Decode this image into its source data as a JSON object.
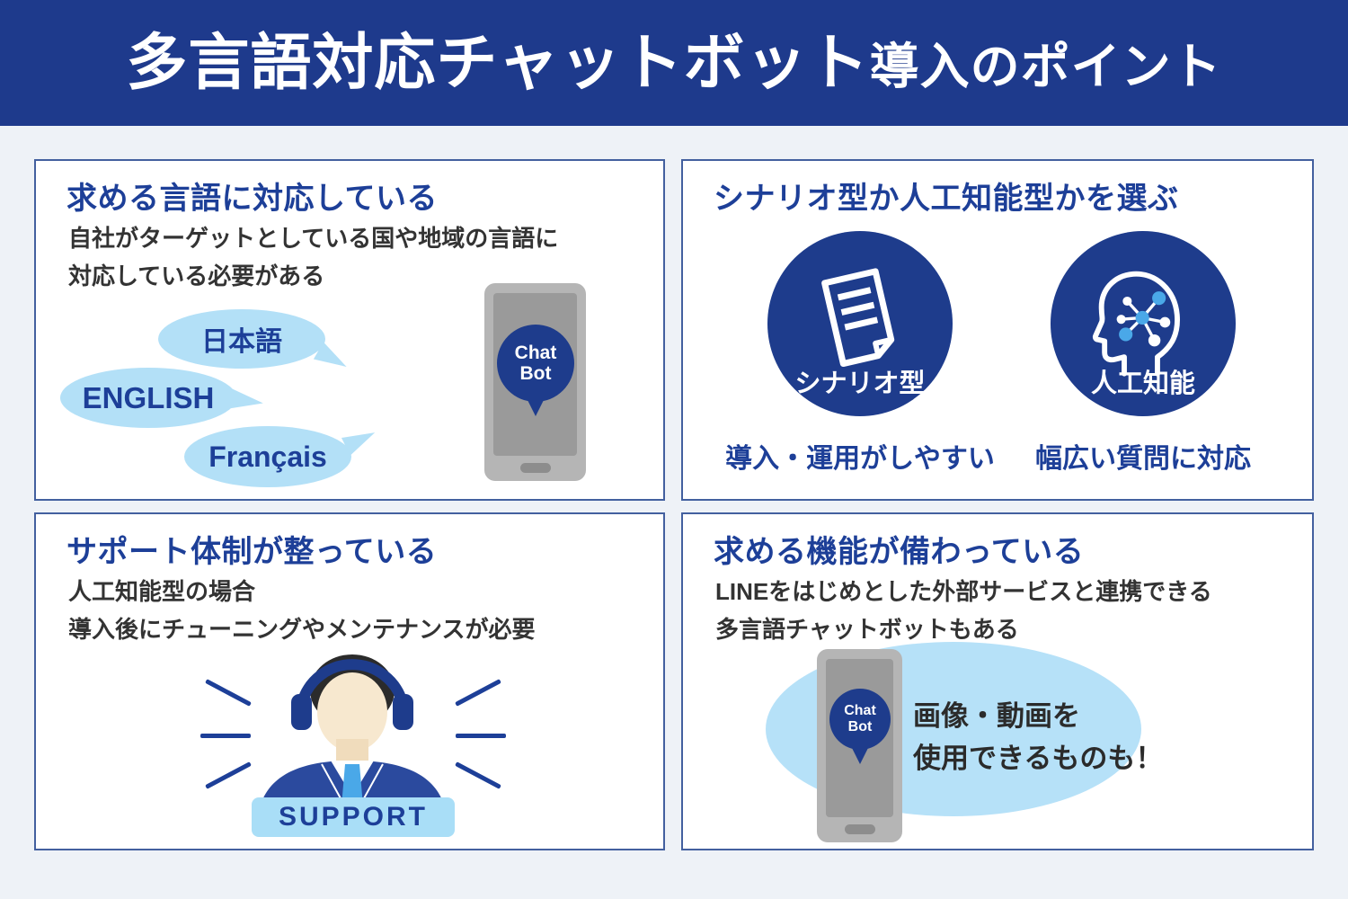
{
  "header": {
    "title_main": "多言語対応チャットボット",
    "title_sub": "導入のポイント"
  },
  "panels": {
    "languages": {
      "title": "求める言語に対応している",
      "body_line1": "自社がターゲットとしている国や地域の言語に",
      "body_line2": "対応している必要がある",
      "bubbles": [
        {
          "label": "日本語"
        },
        {
          "label": "ENGLISH"
        },
        {
          "label": "Français"
        }
      ],
      "phone_badge_line1": "Chat",
      "phone_badge_line2": "Bot"
    },
    "type_choice": {
      "title": "シナリオ型か人工知能型かを選ぶ",
      "options": [
        {
          "icon": "document-icon",
          "label": "シナリオ型",
          "caption": "導入・運用がしやすい"
        },
        {
          "icon": "ai-head-icon",
          "label": "人工知能",
          "caption": "幅広い質問に対応"
        }
      ]
    },
    "support": {
      "title": "サポート体制が整っている",
      "body_line1": "人工知能型の場合",
      "body_line2": "導入後にチューニングやメンテナンスが必要",
      "badge": "SUPPORT"
    },
    "features": {
      "title": "求める機能が備わっている",
      "body_line1": "LINEをはじめとした外部サービスと連携できる",
      "body_line2": "多言語チャットボットもある",
      "callout_line1": "画像・動画を",
      "callout_line2": "使用できるものも！",
      "phone_badge_line1": "Chat",
      "phone_badge_line2": "Bot"
    }
  },
  "colors": {
    "header_bg": "#1e3a8c",
    "accent_navy": "#1d3f98",
    "circle_navy": "#1e3c8c",
    "light_blue": "#b3e0f7",
    "suit_blue": "#2b4a9e",
    "tie_blue": "#4aa8e8",
    "phone_gray": "#b5b5b5",
    "screen_gray": "#9a9a9a",
    "page_bg": "#eef2f7"
  }
}
